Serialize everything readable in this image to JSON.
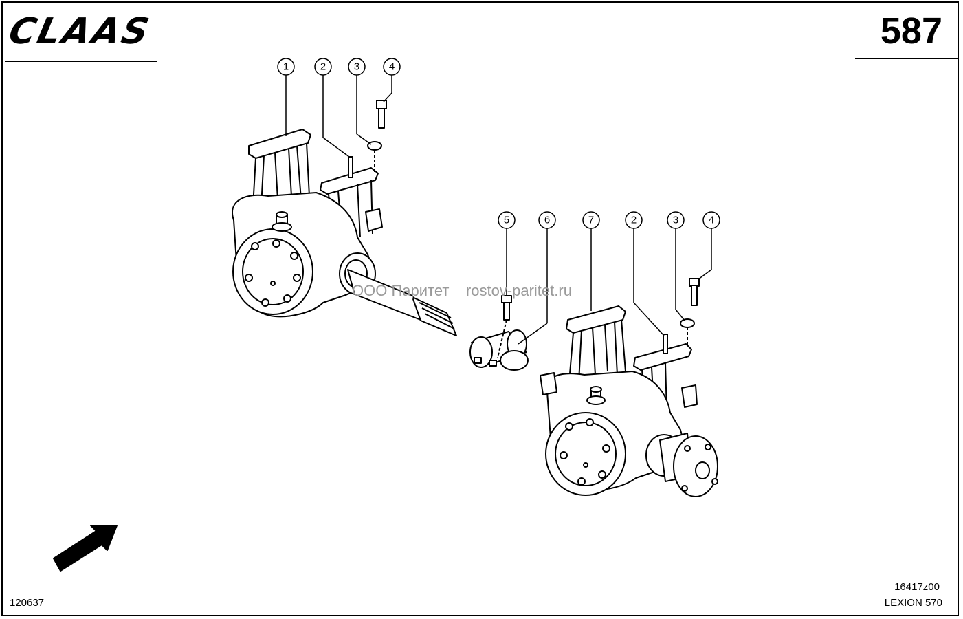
{
  "header": {
    "brand": "CLAAS",
    "page_number": "587"
  },
  "footer": {
    "document_id": "120637",
    "drawing_code": "16417z00",
    "model": "LEXION 570"
  },
  "watermark": {
    "company": "ООО Паритет",
    "site": "rostov-paritet.ru"
  },
  "callouts": [
    "1",
    "2",
    "3",
    "4",
    "5",
    "6",
    "7",
    "2",
    "3",
    "4"
  ]
}
